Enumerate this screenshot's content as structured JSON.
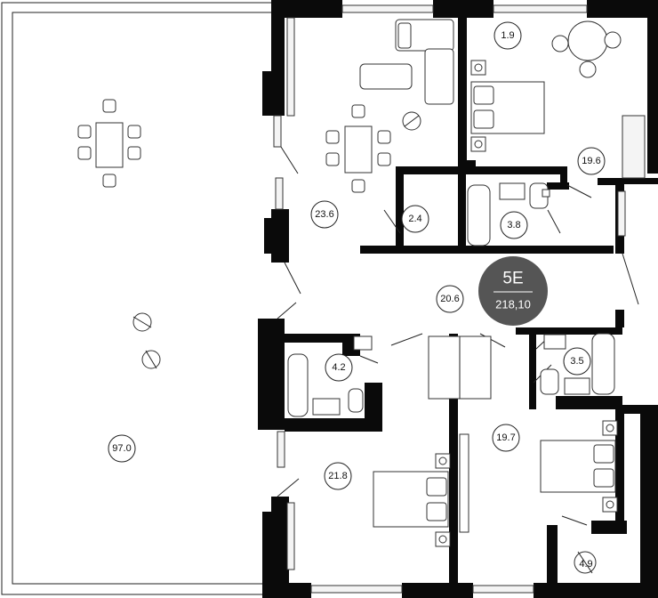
{
  "apartment": {
    "code": "5E",
    "total_area": "218,10"
  },
  "rooms": [
    {
      "id": "terrace",
      "area": "97.0"
    },
    {
      "id": "living",
      "area": "23.6"
    },
    {
      "id": "hall",
      "area": "20.6"
    },
    {
      "id": "bedroom-ne",
      "area": "19.6"
    },
    {
      "id": "bedroom-se",
      "area": "19.7"
    },
    {
      "id": "bedroom-sw",
      "area": "21.8"
    },
    {
      "id": "storage",
      "area": "2.4"
    },
    {
      "id": "bath-n",
      "area": "3.8"
    },
    {
      "id": "bath-w",
      "area": "4.2"
    },
    {
      "id": "bath-e",
      "area": "3.5"
    },
    {
      "id": "balcony-n",
      "area": "1.9"
    },
    {
      "id": "closet-s",
      "area": "4.9"
    }
  ],
  "colors": {
    "wall": "#0a0a0a",
    "badge": "#555555",
    "line": "#222222"
  }
}
